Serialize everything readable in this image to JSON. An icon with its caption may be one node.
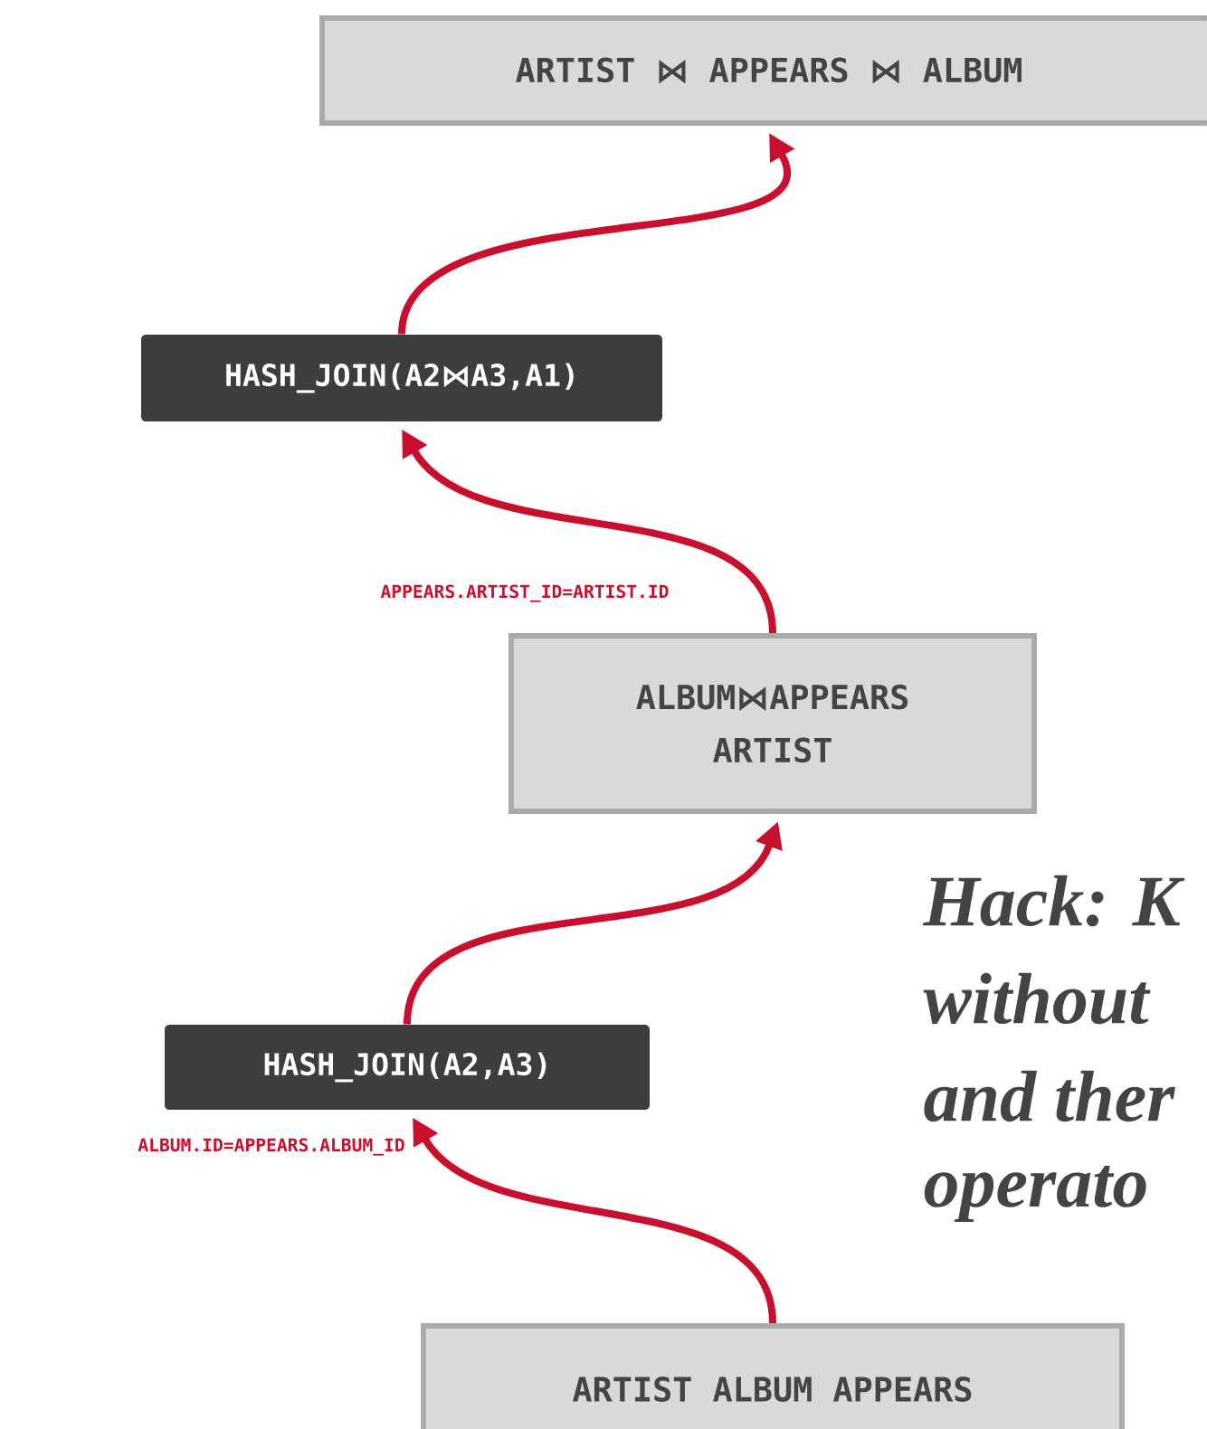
{
  "diagram": {
    "nodes": [
      {
        "text": [
          "ARTIST ⋈ APPEARS ⋈ ALBUM"
        ]
      },
      {
        "text": [
          "HASH_JOIN(A2⋈A3,A1)"
        ]
      },
      {
        "text": [
          "ALBUM⋈APPEARS",
          "ARTIST"
        ]
      },
      {
        "text": [
          "HASH_JOIN(A2,A3)"
        ]
      },
      {
        "text": [
          "ARTIST ALBUM APPEARS"
        ]
      }
    ],
    "edges": [
      {
        "from": 4,
        "to": 3,
        "arrow": "to",
        "label": "ALBUM.ID=APPEARS.ALBUM_ID"
      },
      {
        "from": 3,
        "to": 2,
        "arrow": "to"
      },
      {
        "from": 2,
        "to": 1,
        "arrow": "to",
        "label": "APPEARS.ARTIST_ID=ARTIST.ID"
      },
      {
        "from": 1,
        "to": 0,
        "arrow": "to"
      }
    ],
    "labels": [
      "Hack: K",
      "without",
      "and ther",
      "operato"
    ]
  }
}
